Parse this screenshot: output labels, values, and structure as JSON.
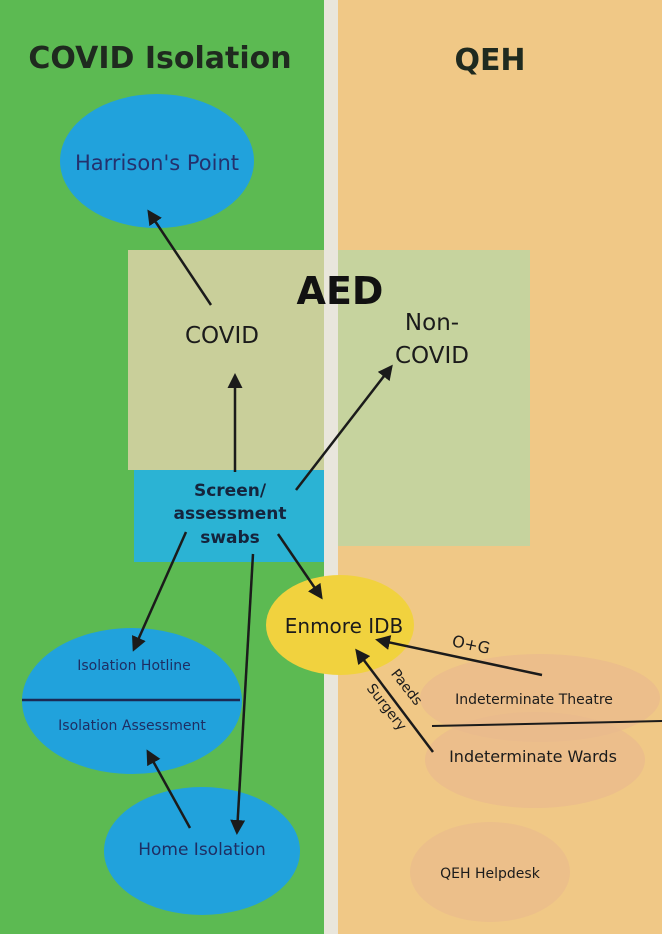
{
  "regions": {
    "left_title": "COVID Isolation",
    "right_title": "QEH",
    "aed_title": "AED"
  },
  "nodes": {
    "harrisons_point": "Harrison's Point",
    "covid": "COVID",
    "non_covid_line1": "Non-",
    "non_covid_line2": "COVID",
    "screen_line1": "Screen/",
    "screen_line2": "assessment",
    "screen_line3": "swabs",
    "enmore_idb": "Enmore IDB",
    "isolation_hotline": "Isolation Hotline",
    "isolation_assessment": "Isolation Assessment",
    "home_isolation": "Home Isolation",
    "indeterminate_theatre": "Indeterminate Theatre",
    "indeterminate_wards": "Indeterminate Wards",
    "qeh_helpdesk": "QEH Helpdesk"
  },
  "edge_labels": {
    "og": "O+G",
    "paeds": "Paeds",
    "surgery": "Surgery"
  },
  "colors": {
    "left_panel": "#5cba52",
    "right_panel": "#f0c886",
    "divider": "#e9e6dc",
    "aed_box": "#c9cf9a",
    "screen_box": "#2bb3d4",
    "blue_node": "#21a2dc",
    "enmore_node": "#f1d23e",
    "pale_node": "#eab98d",
    "arrow": "#1b1b1b"
  }
}
